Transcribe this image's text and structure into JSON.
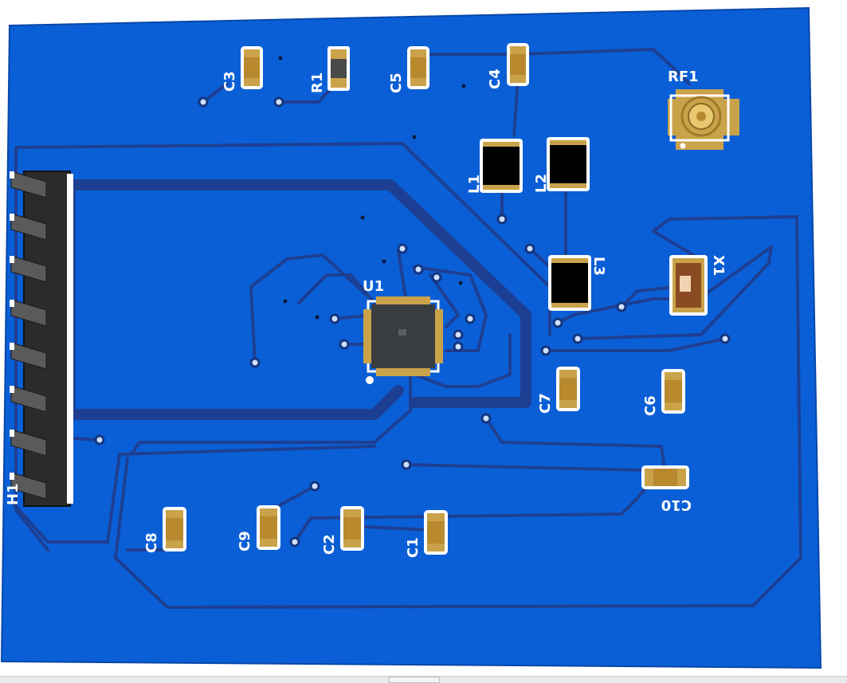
{
  "board": {
    "substrate_color": "#0a5fd6",
    "trace_color": "#1b3f96",
    "silk_color": "#ffffff",
    "pad_color": "#c9a24a"
  },
  "components": {
    "C1": "C1",
    "C2": "C2",
    "C3": "C3",
    "C4": "C4",
    "C5": "C5",
    "C6": "C6",
    "C7": "C7",
    "C8": "C8",
    "C9": "C9",
    "C10": "C10",
    "R1": "R1",
    "L1": "L1",
    "L2": "L2",
    "L3": "L3",
    "U1": "U1",
    "X1": "X1",
    "RF1": "RF1",
    "H1": "H1"
  },
  "header_pins": 8
}
